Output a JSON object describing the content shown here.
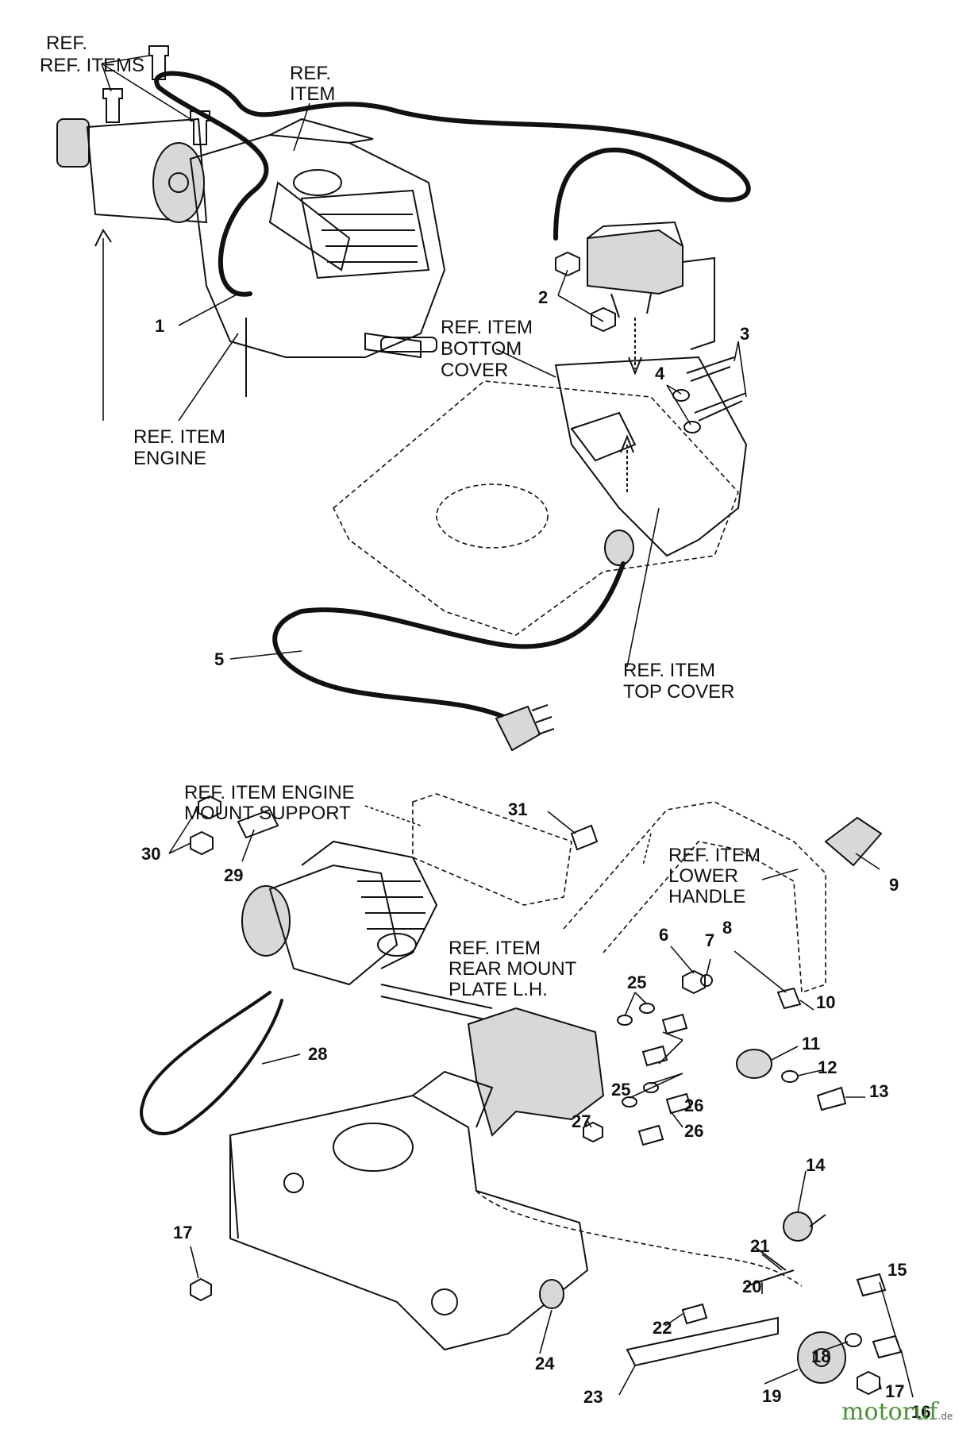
{
  "upper": {
    "ref_items": "REF. ITEMS",
    "ref_item_top_a": "REF.",
    "ref_item_top_b": "ITEM",
    "ref_engine_a": "REF. ITEM",
    "ref_engine_b": "ENGINE",
    "ref_bottom_a": "REF. ITEM",
    "ref_bottom_b": "BOTTOM",
    "ref_bottom_c": "COVER",
    "ref_top_a": "REF. ITEM",
    "ref_top_b": "TOP COVER",
    "callouts": [
      "1",
      "2",
      "3",
      "4",
      "5"
    ]
  },
  "lower": {
    "ref_mount_a": "REF. ITEM ENGINE",
    "ref_mount_b": "MOUNT SUPPORT",
    "ref_handle_a": "REF. ITEM",
    "ref_handle_b": "LOWER",
    "ref_handle_c": "HANDLE",
    "ref_plate_a": "REF. ITEM",
    "ref_plate_b": "REAR MOUNT",
    "ref_plate_c": "PLATE L.H.",
    "callouts": [
      "6",
      "7",
      "8",
      "9",
      "10",
      "11",
      "12",
      "13",
      "14",
      "15",
      "16",
      "17",
      "17",
      "18",
      "19",
      "20",
      "21",
      "22",
      "23",
      "24",
      "25",
      "25",
      "26",
      "26",
      "27",
      "28",
      "29",
      "30",
      "31"
    ]
  },
  "watermark": {
    "brand": "motoruf",
    "tld": ".de"
  },
  "colors": {
    "ink": "#111111",
    "watermark_m": "#3b6fc0",
    "watermark_o": "#e0402a",
    "watermark_t": "#f0a020",
    "watermark_rest": "#4a8f3a"
  }
}
